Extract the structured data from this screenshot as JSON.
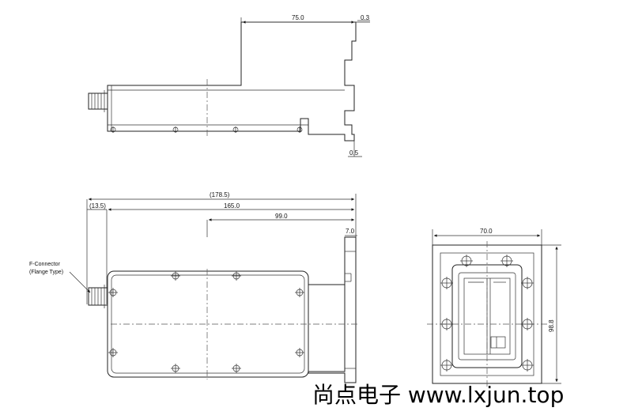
{
  "top_view": {
    "dim_length": "75.0",
    "dim_gap_top": "0.3",
    "dim_gap_bottom": "0.5"
  },
  "front_view": {
    "dim_overall": "(178.5)",
    "dim_connector": "(13.5)",
    "dim_body": "165.0",
    "dim_half": "99.0",
    "dim_flange": "7.0",
    "label_line1": "F-Connector",
    "label_line2": "(Flange Type)"
  },
  "end_view": {
    "dim_width": "70.0",
    "dim_height": "98.8"
  },
  "watermark": "尚点电子 www.lxjun.top"
}
